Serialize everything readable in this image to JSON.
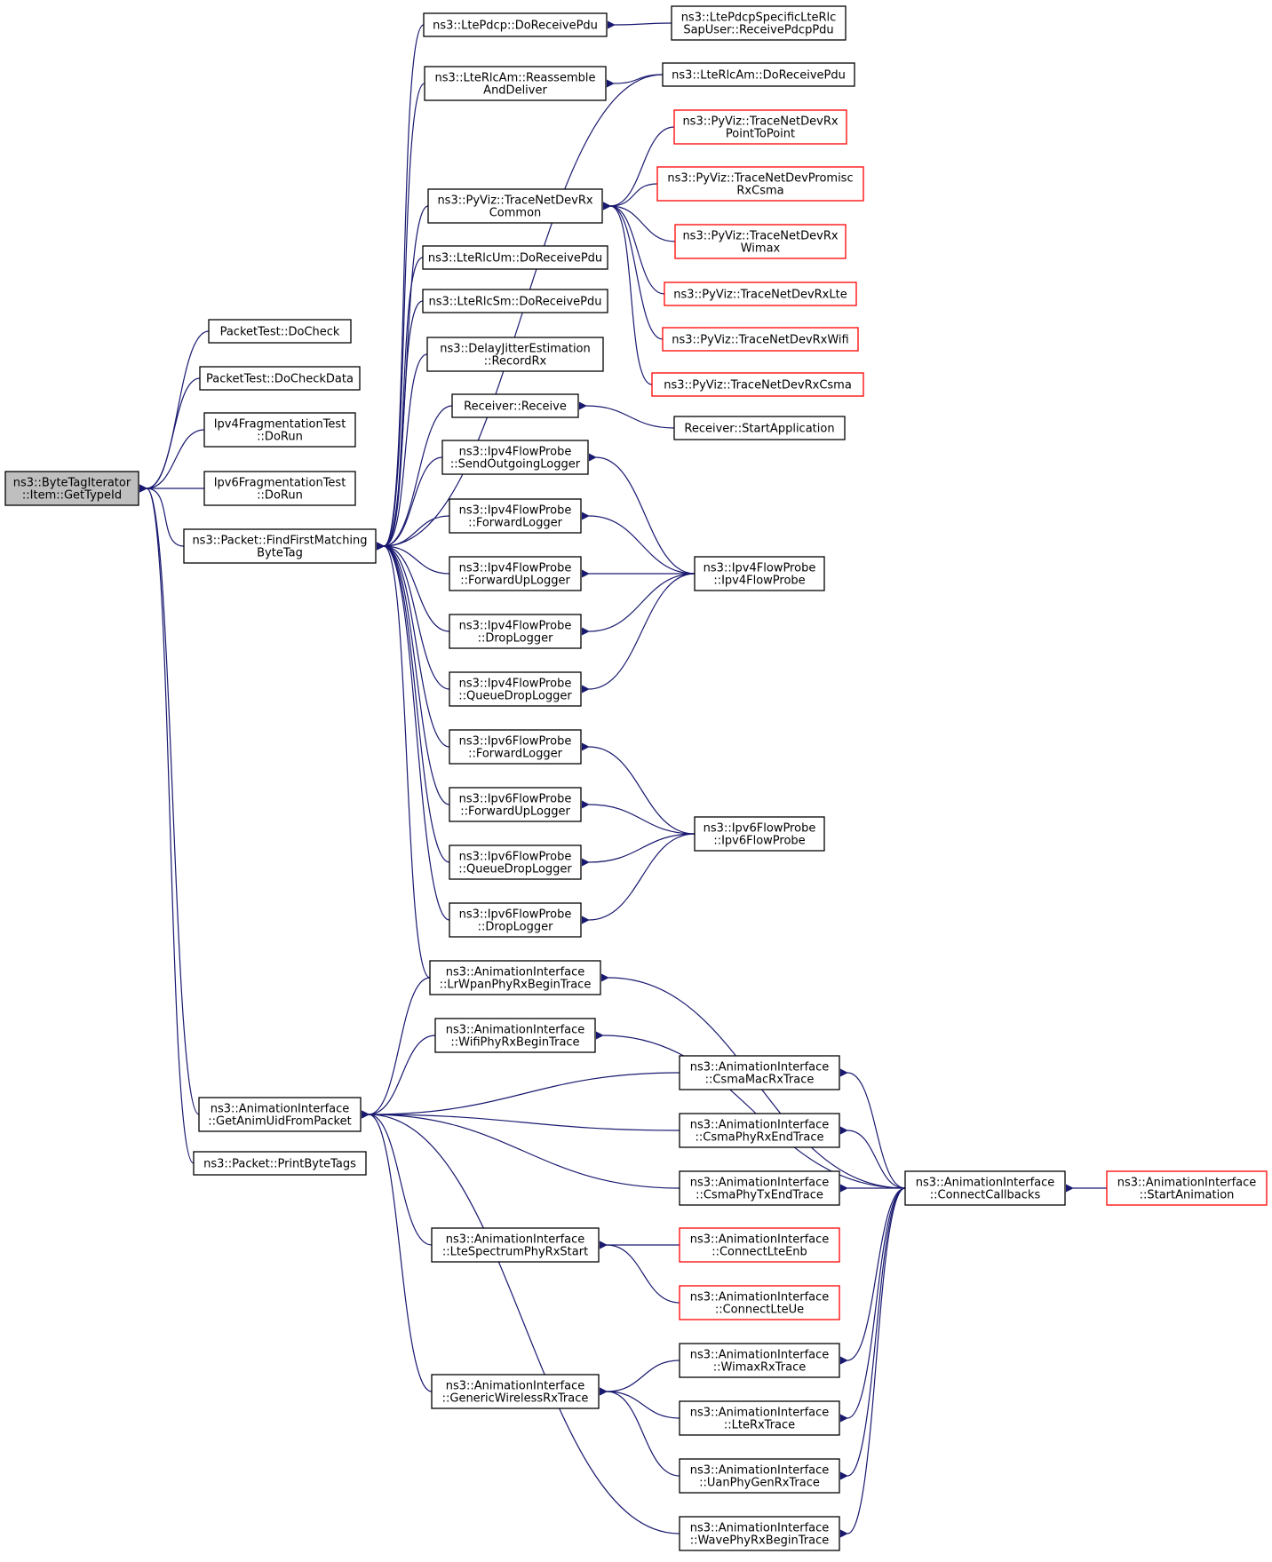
{
  "colors": {
    "edge": "#191970",
    "box_border": "#000000",
    "box_border_truncated": "#ff0000",
    "focus_fill": "#bfbfbf",
    "box_fill": "#ffffff"
  },
  "nodes": {
    "root": {
      "lines": [
        "ns3::ByteTagIterator",
        "::Item::GetTypeId"
      ],
      "style": "focus"
    },
    "pt_docheck": {
      "lines": [
        "PacketTest::DoCheck"
      ],
      "style": "normal"
    },
    "pt_docheckdata": {
      "lines": [
        "PacketTest::DoCheckData"
      ],
      "style": "normal"
    },
    "ipv4frag": {
      "lines": [
        "Ipv4FragmentationTest",
        "::DoRun"
      ],
      "style": "normal"
    },
    "ipv6frag": {
      "lines": [
        "Ipv6FragmentationTest",
        "::DoRun"
      ],
      "style": "normal"
    },
    "findfirst": {
      "lines": [
        "ns3::Packet::FindFirstMatching",
        "ByteTag"
      ],
      "style": "normal"
    },
    "getanimuid": {
      "lines": [
        "ns3::AnimationInterface",
        "::GetAnimUidFromPacket"
      ],
      "style": "normal"
    },
    "printbytetags": {
      "lines": [
        "ns3::Packet::PrintByteTags"
      ],
      "style": "normal"
    },
    "ltepdcp_recv": {
      "lines": [
        "ns3::LtePdcp::DoReceivePdu"
      ],
      "style": "normal"
    },
    "lterlcam_reasm": {
      "lines": [
        "ns3::LteRlcAm::Reassemble",
        "AndDeliver"
      ],
      "style": "normal"
    },
    "pyviz_common": {
      "lines": [
        "ns3::PyViz::TraceNetDevRx",
        "Common"
      ],
      "style": "normal"
    },
    "lterlcum": {
      "lines": [
        "ns3::LteRlcUm::DoReceivePdu"
      ],
      "style": "normal"
    },
    "lterlcsm": {
      "lines": [
        "ns3::LteRlcSm::DoReceivePdu"
      ],
      "style": "normal"
    },
    "delayjitter": {
      "lines": [
        "ns3::DelayJitterEstimation",
        "::RecordRx"
      ],
      "style": "normal"
    },
    "receiver_recv": {
      "lines": [
        "Receiver::Receive"
      ],
      "style": "normal"
    },
    "ipv4_sendout": {
      "lines": [
        "ns3::Ipv4FlowProbe",
        "::SendOutgoingLogger"
      ],
      "style": "normal"
    },
    "ipv4_fwd": {
      "lines": [
        "ns3::Ipv4FlowProbe",
        "::ForwardLogger"
      ],
      "style": "normal"
    },
    "ipv4_fwdup": {
      "lines": [
        "ns3::Ipv4FlowProbe",
        "::ForwardUpLogger"
      ],
      "style": "normal"
    },
    "ipv4_drop": {
      "lines": [
        "ns3::Ipv4FlowProbe",
        "::DropLogger"
      ],
      "style": "normal"
    },
    "ipv4_qdrop": {
      "lines": [
        "ns3::Ipv4FlowProbe",
        "::QueueDropLogger"
      ],
      "style": "normal"
    },
    "ipv6_fwd": {
      "lines": [
        "ns3::Ipv6FlowProbe",
        "::ForwardLogger"
      ],
      "style": "normal"
    },
    "ipv6_fwdup": {
      "lines": [
        "ns3::Ipv6FlowProbe",
        "::ForwardUpLogger"
      ],
      "style": "normal"
    },
    "ipv6_qdrop": {
      "lines": [
        "ns3::Ipv6FlowProbe",
        "::QueueDropLogger"
      ],
      "style": "normal"
    },
    "ipv6_drop": {
      "lines": [
        "ns3::Ipv6FlowProbe",
        "::DropLogger"
      ],
      "style": "normal"
    },
    "lrwpan": {
      "lines": [
        "ns3::AnimationInterface",
        "::LrWpanPhyRxBeginTrace"
      ],
      "style": "normal"
    },
    "wifiphy": {
      "lines": [
        "ns3::AnimationInterface",
        "::WifiPhyRxBeginTrace"
      ],
      "style": "normal"
    },
    "ltespectrum": {
      "lines": [
        "ns3::AnimationInterface",
        "::LteSpectrumPhyRxStart"
      ],
      "style": "normal"
    },
    "genericwireless": {
      "lines": [
        "ns3::AnimationInterface",
        "::GenericWirelessRxTrace"
      ],
      "style": "normal"
    },
    "pdcp_sapuser": {
      "lines": [
        "ns3::LtePdcpSpecificLteRlc",
        "SapUser::ReceivePdcpPdu"
      ],
      "style": "normal"
    },
    "lterlcam_recv": {
      "lines": [
        "ns3::LteRlcAm::DoReceivePdu"
      ],
      "style": "normal"
    },
    "pyviz_p2p": {
      "lines": [
        "ns3::PyViz::TraceNetDevRx",
        "PointToPoint"
      ],
      "style": "truncated"
    },
    "pyviz_promisc": {
      "lines": [
        "ns3::PyViz::TraceNetDevPromisc",
        "RxCsma"
      ],
      "style": "truncated"
    },
    "pyviz_wimax": {
      "lines": [
        "ns3::PyViz::TraceNetDevRx",
        "Wimax"
      ],
      "style": "truncated"
    },
    "pyviz_lte": {
      "lines": [
        "ns3::PyViz::TraceNetDevRxLte"
      ],
      "style": "truncated"
    },
    "pyviz_wifi": {
      "lines": [
        "ns3::PyViz::TraceNetDevRxWifi"
      ],
      "style": "truncated"
    },
    "pyviz_csma": {
      "lines": [
        "ns3::PyViz::TraceNetDevRxCsma"
      ],
      "style": "truncated"
    },
    "receiver_start": {
      "lines": [
        "Receiver::StartApplication"
      ],
      "style": "normal"
    },
    "ipv4probe": {
      "lines": [
        "ns3::Ipv4FlowProbe",
        "::Ipv4FlowProbe"
      ],
      "style": "normal"
    },
    "ipv6probe": {
      "lines": [
        "ns3::Ipv6FlowProbe",
        "::Ipv6FlowProbe"
      ],
      "style": "normal"
    },
    "csmamac": {
      "lines": [
        "ns3::AnimationInterface",
        "::CsmaMacRxTrace"
      ],
      "style": "normal"
    },
    "csmaphyrxend": {
      "lines": [
        "ns3::AnimationInterface",
        "::CsmaPhyRxEndTrace"
      ],
      "style": "normal"
    },
    "csmaphytxend": {
      "lines": [
        "ns3::AnimationInterface",
        "::CsmaPhyTxEndTrace"
      ],
      "style": "normal"
    },
    "connectlteenb": {
      "lines": [
        "ns3::AnimationInterface",
        "::ConnectLteEnb"
      ],
      "style": "truncated"
    },
    "connectlteue": {
      "lines": [
        "ns3::AnimationInterface",
        "::ConnectLteUe"
      ],
      "style": "truncated"
    },
    "wimaxrx": {
      "lines": [
        "ns3::AnimationInterface",
        "::WimaxRxTrace"
      ],
      "style": "normal"
    },
    "lterx": {
      "lines": [
        "ns3::AnimationInterface",
        "::LteRxTrace"
      ],
      "style": "normal"
    },
    "uanphy": {
      "lines": [
        "ns3::AnimationInterface",
        "::UanPhyGenRxTrace"
      ],
      "style": "normal"
    },
    "wavephy": {
      "lines": [
        "ns3::AnimationInterface",
        "::WavePhyRxBeginTrace"
      ],
      "style": "normal"
    },
    "connectcallbacks": {
      "lines": [
        "ns3::AnimationInterface",
        "::ConnectCallbacks"
      ],
      "style": "normal"
    },
    "startanimation": {
      "lines": [
        "ns3::AnimationInterface",
        "::StartAnimation"
      ],
      "style": "truncated"
    }
  },
  "edges": [
    {
      "from": "pt_docheck",
      "to": "root"
    },
    {
      "from": "pt_docheckdata",
      "to": "root"
    },
    {
      "from": "ipv4frag",
      "to": "root"
    },
    {
      "from": "ipv6frag",
      "to": "root"
    },
    {
      "from": "findfirst",
      "to": "root"
    },
    {
      "from": "getanimuid",
      "to": "root"
    },
    {
      "from": "printbytetags",
      "to": "root"
    },
    {
      "from": "ltepdcp_recv",
      "to": "findfirst"
    },
    {
      "from": "lterlcam_reasm",
      "to": "findfirst"
    },
    {
      "from": "lterlcam_recv",
      "to": "findfirst"
    },
    {
      "from": "pyviz_common",
      "to": "findfirst"
    },
    {
      "from": "lterlcum",
      "to": "findfirst"
    },
    {
      "from": "lterlcsm",
      "to": "findfirst"
    },
    {
      "from": "delayjitter",
      "to": "findfirst"
    },
    {
      "from": "receiver_recv",
      "to": "findfirst"
    },
    {
      "from": "ipv4_sendout",
      "to": "findfirst"
    },
    {
      "from": "ipv4_fwd",
      "to": "findfirst"
    },
    {
      "from": "ipv4_fwdup",
      "to": "findfirst"
    },
    {
      "from": "ipv4_drop",
      "to": "findfirst"
    },
    {
      "from": "ipv4_qdrop",
      "to": "findfirst"
    },
    {
      "from": "ipv6_fwd",
      "to": "findfirst"
    },
    {
      "from": "ipv6_fwdup",
      "to": "findfirst"
    },
    {
      "from": "ipv6_qdrop",
      "to": "findfirst"
    },
    {
      "from": "ipv6_drop",
      "to": "findfirst"
    },
    {
      "from": "lrwpan",
      "to": "findfirst"
    },
    {
      "from": "lrwpan",
      "to": "getanimuid"
    },
    {
      "from": "wifiphy",
      "to": "getanimuid"
    },
    {
      "from": "csmamac",
      "to": "getanimuid"
    },
    {
      "from": "csmaphyrxend",
      "to": "getanimuid"
    },
    {
      "from": "csmaphytxend",
      "to": "getanimuid"
    },
    {
      "from": "ltespectrum",
      "to": "getanimuid"
    },
    {
      "from": "genericwireless",
      "to": "getanimuid"
    },
    {
      "from": "wavephy",
      "to": "getanimuid"
    },
    {
      "from": "pdcp_sapuser",
      "to": "ltepdcp_recv"
    },
    {
      "from": "lterlcam_recv",
      "to": "lterlcam_reasm"
    },
    {
      "from": "pyviz_p2p",
      "to": "pyviz_common"
    },
    {
      "from": "pyviz_promisc",
      "to": "pyviz_common"
    },
    {
      "from": "pyviz_wimax",
      "to": "pyviz_common"
    },
    {
      "from": "pyviz_lte",
      "to": "pyviz_common"
    },
    {
      "from": "pyviz_wifi",
      "to": "pyviz_common"
    },
    {
      "from": "pyviz_csma",
      "to": "pyviz_common"
    },
    {
      "from": "receiver_start",
      "to": "receiver_recv"
    },
    {
      "from": "ipv4probe",
      "to": "ipv4_sendout"
    },
    {
      "from": "ipv4probe",
      "to": "ipv4_fwd"
    },
    {
      "from": "ipv4probe",
      "to": "ipv4_fwdup"
    },
    {
      "from": "ipv4probe",
      "to": "ipv4_drop"
    },
    {
      "from": "ipv4probe",
      "to": "ipv4_qdrop"
    },
    {
      "from": "ipv6probe",
      "to": "ipv6_fwd"
    },
    {
      "from": "ipv6probe",
      "to": "ipv6_fwdup"
    },
    {
      "from": "ipv6probe",
      "to": "ipv6_qdrop"
    },
    {
      "from": "ipv6probe",
      "to": "ipv6_drop"
    },
    {
      "from": "connectcallbacks",
      "to": "lrwpan"
    },
    {
      "from": "connectcallbacks",
      "to": "wifiphy"
    },
    {
      "from": "connectcallbacks",
      "to": "csmamac"
    },
    {
      "from": "connectcallbacks",
      "to": "csmaphyrxend"
    },
    {
      "from": "connectcallbacks",
      "to": "csmaphytxend"
    },
    {
      "from": "connectcallbacks",
      "to": "wimaxrx"
    },
    {
      "from": "connectcallbacks",
      "to": "lterx"
    },
    {
      "from": "connectcallbacks",
      "to": "uanphy"
    },
    {
      "from": "connectcallbacks",
      "to": "wavephy"
    },
    {
      "from": "connectlteenb",
      "to": "ltespectrum"
    },
    {
      "from": "connectlteue",
      "to": "ltespectrum"
    },
    {
      "from": "wimaxrx",
      "to": "genericwireless"
    },
    {
      "from": "lterx",
      "to": "genericwireless"
    },
    {
      "from": "uanphy",
      "to": "genericwireless"
    },
    {
      "from": "startanimation",
      "to": "connectcallbacks"
    }
  ]
}
